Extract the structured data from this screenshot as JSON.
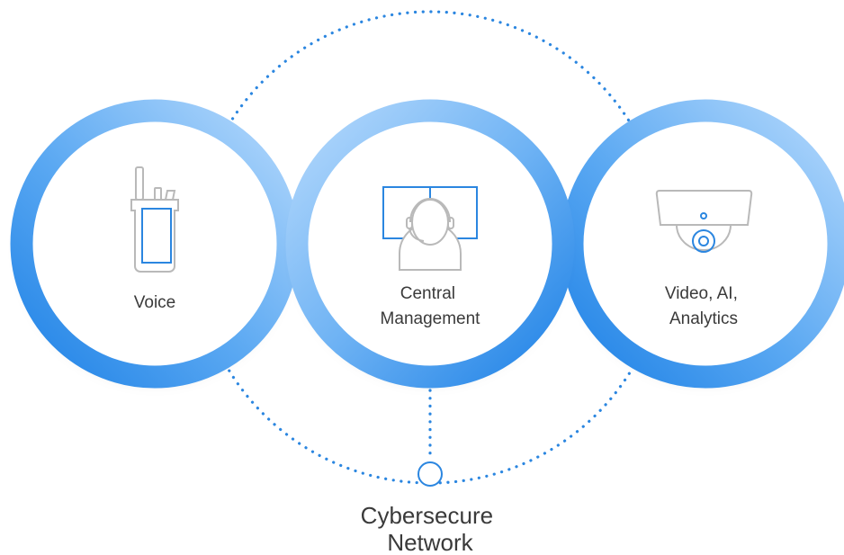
{
  "colors": {
    "ring_dark": "#1f82e6",
    "ring_light": "#a9d2fb",
    "dotted_line": "#2b86e0",
    "icon_stroke": "#b9b9b9",
    "icon_accent": "#2b86e0",
    "label_text": "#3a3a3a"
  },
  "nodes": [
    {
      "id": "voice",
      "icon": "radio-handset-icon",
      "label_lines": [
        "Voice"
      ]
    },
    {
      "id": "central-management",
      "icon": "operator-headset-icon",
      "label_lines": [
        "Central",
        "Management"
      ]
    },
    {
      "id": "video",
      "icon": "dome-camera-icon",
      "label_lines": [
        "Video, AI,",
        "Analytics"
      ]
    }
  ],
  "hub": {
    "icon": "network-hub-icon",
    "label_lines": [
      "Cybersecure",
      "Network"
    ]
  }
}
